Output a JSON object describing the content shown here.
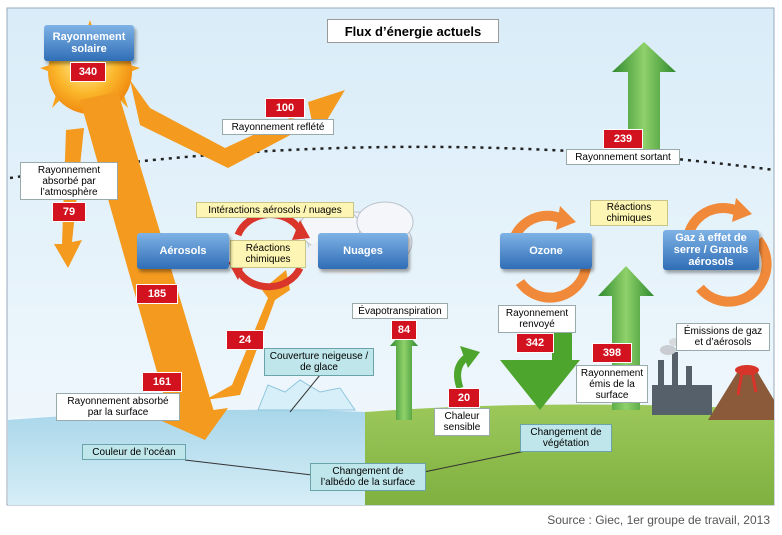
{
  "title": "Flux d’énergie actuels",
  "source": "Source : Giec, 1er groupe de travail, 2013",
  "labels": {
    "rayonnement_solaire": "Rayonnement solaire",
    "rayonnement_reflete": "Rayonnement reflété",
    "rayonnement_absorbe_atm": "Rayonnement absorbé par l’atmosphère",
    "rayonnement_sortant": "Rayonnement sortant",
    "interactions": "Intéractions aérosols / nuages",
    "reactions_chimiques_left": "Réactions chimiques",
    "reactions_chimiques_right": "Réactions chimiques",
    "aerosols": "Aérosols",
    "nuages": "Nuages",
    "ozone": "Ozone",
    "gaz_effet_serre": "Gaz à effet de serre / Grands aérosols",
    "evapotranspiration": "Évapotranspiration",
    "rayonnement_renvoye": "Rayonnement renvoyé",
    "rayonnement_emis": "Rayonnement émis de la surface",
    "emissions": "Émissions de gaz et d’aérosols",
    "couverture_neigeuse": "Couverture neigeuse / de glace",
    "rayonnement_absorbe_surface": "Rayonnement absorbé par la surface",
    "chaleur_sensible": "Chaleur sensible",
    "changement_vegetation": "Changement de végétation",
    "couleur_ocean": "Couleur de l’océan",
    "changement_albedo": "Changement de l’albédo de la surface"
  },
  "values": {
    "solaire": "340",
    "reflete": "100",
    "absorbe_atm": "79",
    "sortant": "239",
    "flux_185": "185",
    "flux_24": "24",
    "absorbe_surface": "161",
    "evapotranspiration": "84",
    "chaleur": "20",
    "renvoye": "342",
    "emis": "398"
  },
  "colors": {
    "sun_arrow": "#f39a1f",
    "green_arrow": "#5cb233",
    "red_badge": "#d3121f",
    "blue_button": "#3f7ec6",
    "sea": "#bfe3ef",
    "land": "#8fbf4a",
    "sky": "#e6f2fa"
  }
}
